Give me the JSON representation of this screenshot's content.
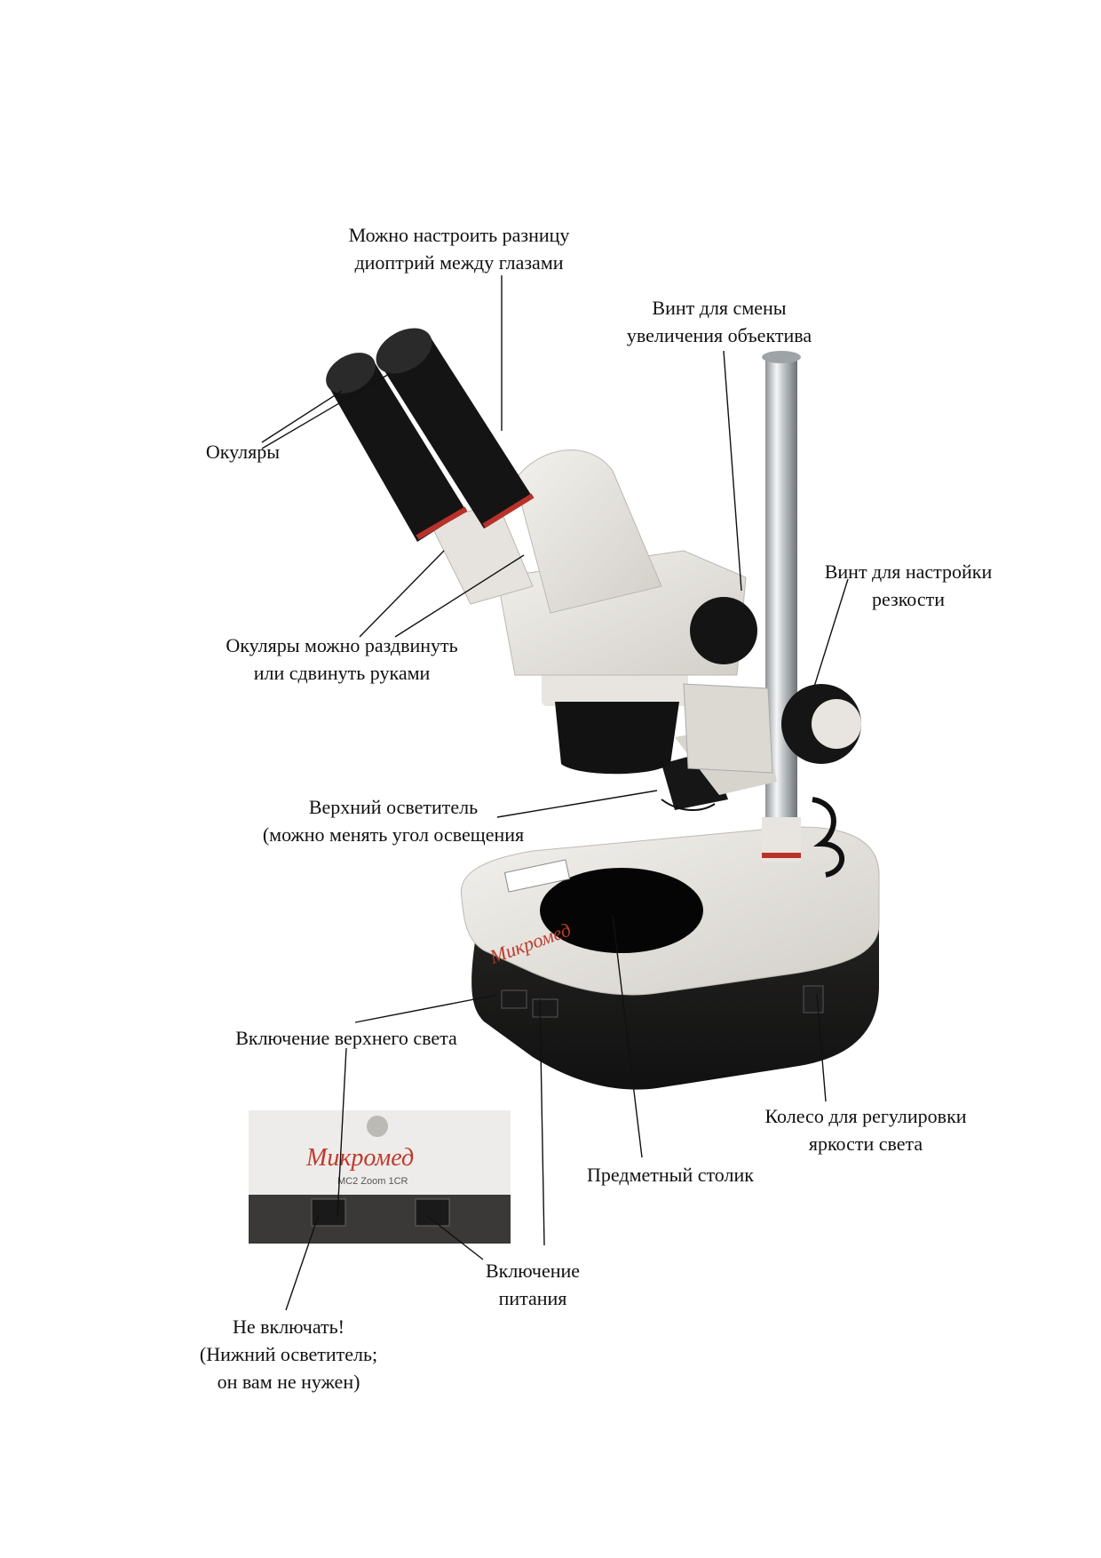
{
  "labels": {
    "diopter": [
      "Можно настроить разницу",
      "диоптрий между глазами"
    ],
    "zoom_screw": [
      "Винт для смены",
      "увеличения объектива"
    ],
    "eyepieces": [
      "Окуляры"
    ],
    "focus_screw": [
      "Винт для настройки",
      "резкости"
    ],
    "eyepiece_spread": [
      "Окуляры можно раздвинуть",
      "или сдвинуть руками"
    ],
    "top_light": [
      "Верхний осветитель",
      "(можно менять угол освещения"
    ],
    "top_light_switch": [
      "Включение верхнего света"
    ],
    "brightness_wheel": [
      "Колесо для регулировки",
      "яркости света"
    ],
    "stage": [
      "Предметный столик"
    ],
    "power_switch": [
      "Включение",
      "питания"
    ],
    "do_not_turn_on": [
      "Не включать!",
      "(Нижний осветитель;",
      "он вам не нужен)"
    ]
  },
  "brand": {
    "logo_text": "Микромед",
    "model_text": "MC2 Zoom 1CR"
  },
  "colors": {
    "body_white": "#eceae6",
    "body_shadow": "#c9c6c0",
    "black": "#111111",
    "red_ring": "#b8322a",
    "chrome": "#cfd3d6",
    "brand_red": "#c0392b"
  }
}
